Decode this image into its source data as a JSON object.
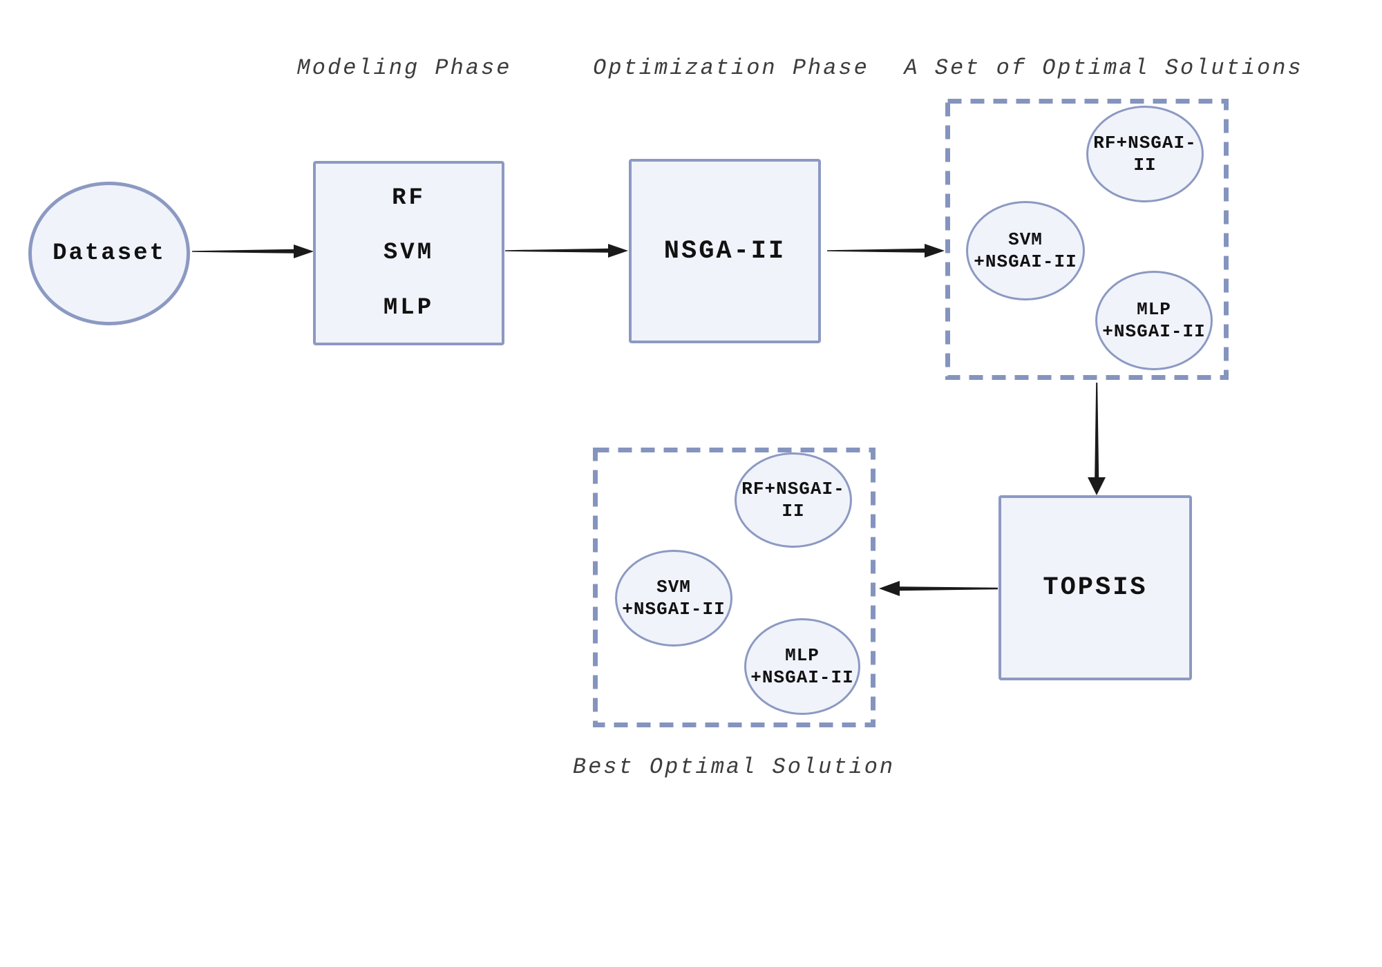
{
  "diagram": {
    "phase_labels": {
      "modeling": "Modeling Phase",
      "optimization": "Optimization Phase",
      "optimal_set": "A Set of Optimal Solutions",
      "best_solution": "Best Optimal Solution"
    },
    "nodes": {
      "dataset": {
        "label": "Dataset"
      },
      "modeling": {
        "items": [
          "RF",
          "SVM",
          "MLP"
        ]
      },
      "optimizer": {
        "label": "NSGA-II"
      },
      "decision": {
        "label": "TOPSIS"
      },
      "solution_rf": {
        "line1": "RF+NSGAI-",
        "line2": "II"
      },
      "solution_svm": {
        "line1": "SVM",
        "line2": "+NSGAI-II"
      },
      "solution_mlp": {
        "line1": "MLP",
        "line2": "+NSGAI-II"
      }
    },
    "colors": {
      "shape_fill": "#f0f3fa",
      "shape_border": "#8c99c2",
      "dashed_border": "#8594be",
      "arrow": "#1a1a1a",
      "node_text": "#111111",
      "label_text": "#3c3c3c"
    }
  }
}
